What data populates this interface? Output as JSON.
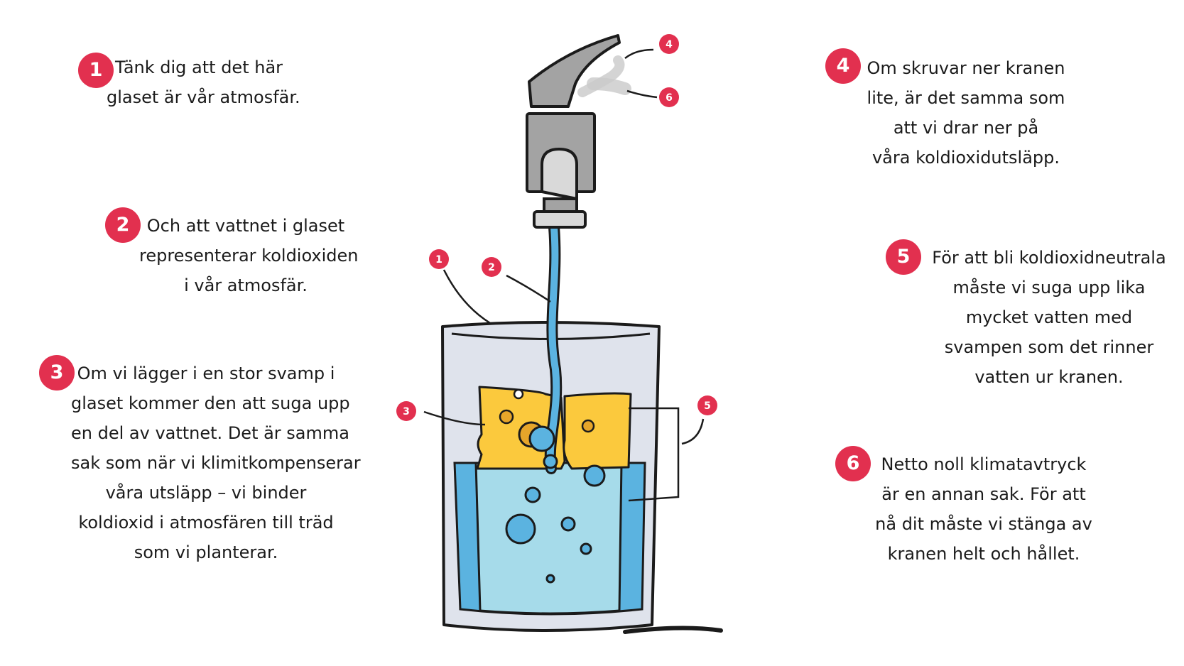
{
  "steps": [
    {
      "num": "1",
      "lines": [
        "Tänk dig att det här",
        "glaset är vår atmosfär."
      ]
    },
    {
      "num": "2",
      "lines": [
        "Och att vattnet i glaset",
        "representerar koldioxiden",
        "i vår atmosfär."
      ]
    },
    {
      "num": "3",
      "lines": [
        "Om vi lägger i en stor svamp i",
        "glaset kommer den att suga upp",
        "en del av vattnet. Det är samma",
        "sak som när vi klimitkompenserar",
        "våra utsläpp – vi binder",
        "koldioxid i atmosfären till träd",
        "som vi planterar."
      ]
    },
    {
      "num": "4",
      "lines": [
        "Om skruvar ner kranen",
        "lite, är det samma som",
        "att vi drar ner på",
        "våra koldioxidutsläpp."
      ]
    },
    {
      "num": "5",
      "lines": [
        "För att bli koldioxidneutrala",
        "måste vi suga upp lika",
        "mycket vatten med",
        "svampen som det rinner",
        "vatten ur kranen."
      ]
    },
    {
      "num": "6",
      "lines": [
        "Netto noll klimatavtryck",
        "är en annan sak. För att",
        "nå dit måste vi stänga av",
        "kranen helt och hållet."
      ]
    }
  ],
  "callouts": [
    "1",
    "2",
    "3",
    "4",
    "5",
    "6"
  ],
  "colors": {
    "badge": "#e2304f",
    "water": "#a6dbea",
    "water_dark": "#5bb3e0",
    "sponge": "#fbc93d",
    "glass": "#dfe3ec",
    "tap": "#a3a3a3"
  }
}
